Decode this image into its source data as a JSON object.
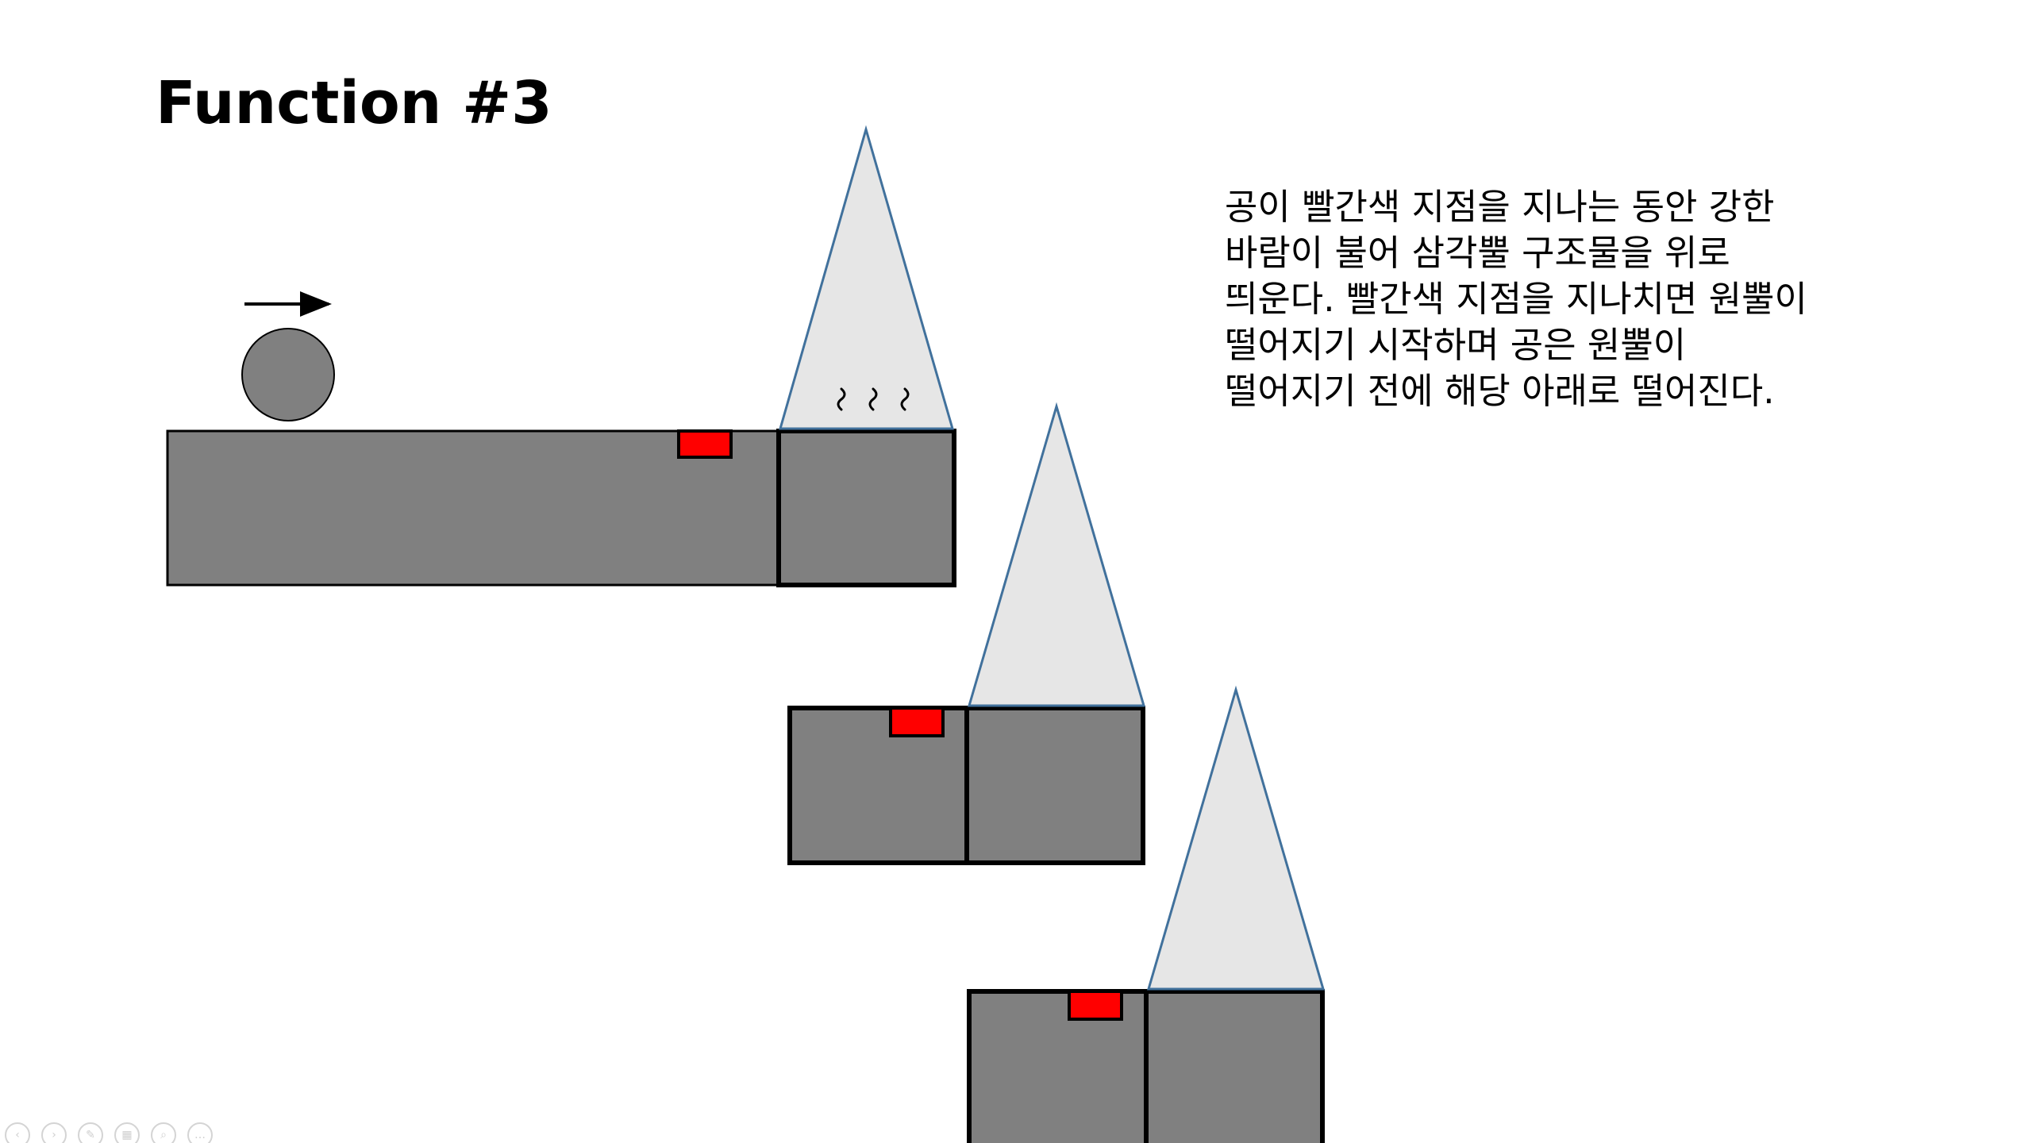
{
  "slide": {
    "title": "Function #3",
    "description_lines": [
      "공이 빨간색 지점을 지나는 동안 강한",
      "바람이 불어 삼각뿔 구조물을 위로",
      "띄운다. 빨간색 지점을 지나치면 원뿔이",
      "떨어지기 시작하며 공은 원뿔이",
      "떨어지기 전에 해당 아래로 떨어진다."
    ]
  },
  "colors": {
    "block_fill": "#808080",
    "block_stroke": "#000000",
    "trigger_red": "#ff0000",
    "cone_fill": "#e6e6e6",
    "cone_stroke": "#41719c",
    "ball_fill": "#808080"
  },
  "toolbar": {
    "buttons": [
      {
        "name": "previous-slide",
        "glyph": "‹"
      },
      {
        "name": "next-slide",
        "glyph": "›"
      },
      {
        "name": "pen-tool",
        "glyph": "✎"
      },
      {
        "name": "slide-sorter",
        "glyph": "▦"
      },
      {
        "name": "zoom",
        "glyph": "⌕"
      },
      {
        "name": "more-options",
        "glyph": "…"
      }
    ]
  }
}
